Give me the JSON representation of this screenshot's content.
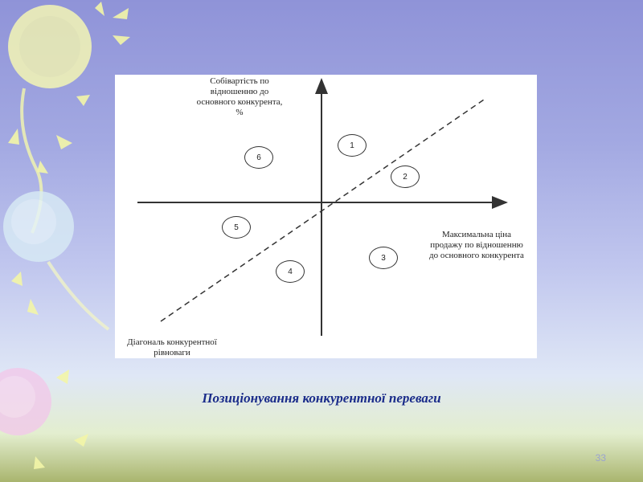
{
  "diagram": {
    "y_axis_label": "Собівартість по\nвідношенню до\nосновного конкурента,\n%",
    "x_axis_label": "Максимальна ціна\nпродажу по відношенню\nдо основного конкурента",
    "diagonal_label": "Діагональ конкурентної\nрівноваги",
    "positions": [
      "1",
      "2",
      "3",
      "4",
      "5",
      "6"
    ]
  },
  "caption": "Позиціонування конкурентної переваги",
  "slide_number": "33",
  "colors": {
    "caption": "#1a2c8a",
    "axis": "#333333",
    "panel": "#ffffff"
  }
}
